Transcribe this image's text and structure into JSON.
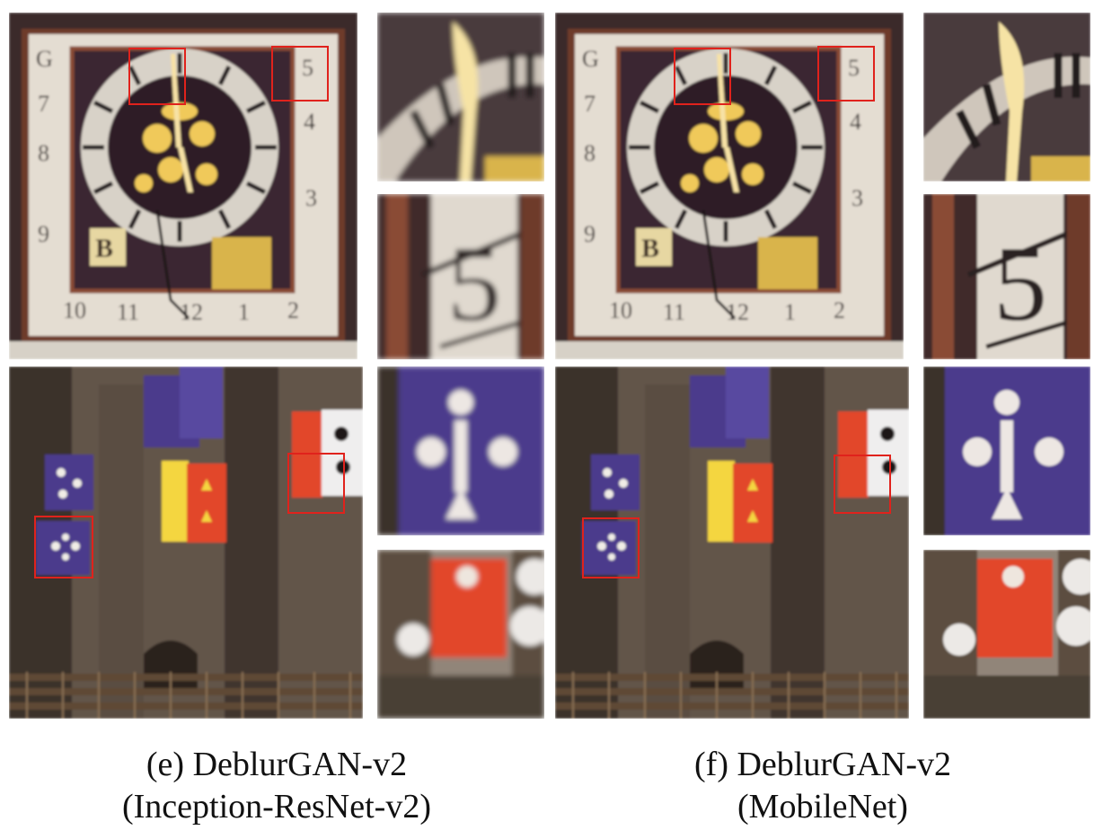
{
  "figure": {
    "colors": {
      "roi_box": "#e0221c",
      "clock_frame": "#6e3b2c",
      "clock_face": "#3a2530",
      "dial_ring": "#d8d2c8",
      "gold": "#f0c95a",
      "banner_purple": "#4b3a8c",
      "banner_red": "#e2472c",
      "banner_yellow": "#f4d641",
      "stone": "#6f6253"
    },
    "columns": [
      {
        "id": "e",
        "caption_line1": "(e) DeblurGAN-v2",
        "caption_line2": "(Inception-ResNet-v2)"
      },
      {
        "id": "f",
        "caption_line1": "(f) DeblurGAN-v2",
        "caption_line2": "(MobileNet)"
      }
    ]
  }
}
